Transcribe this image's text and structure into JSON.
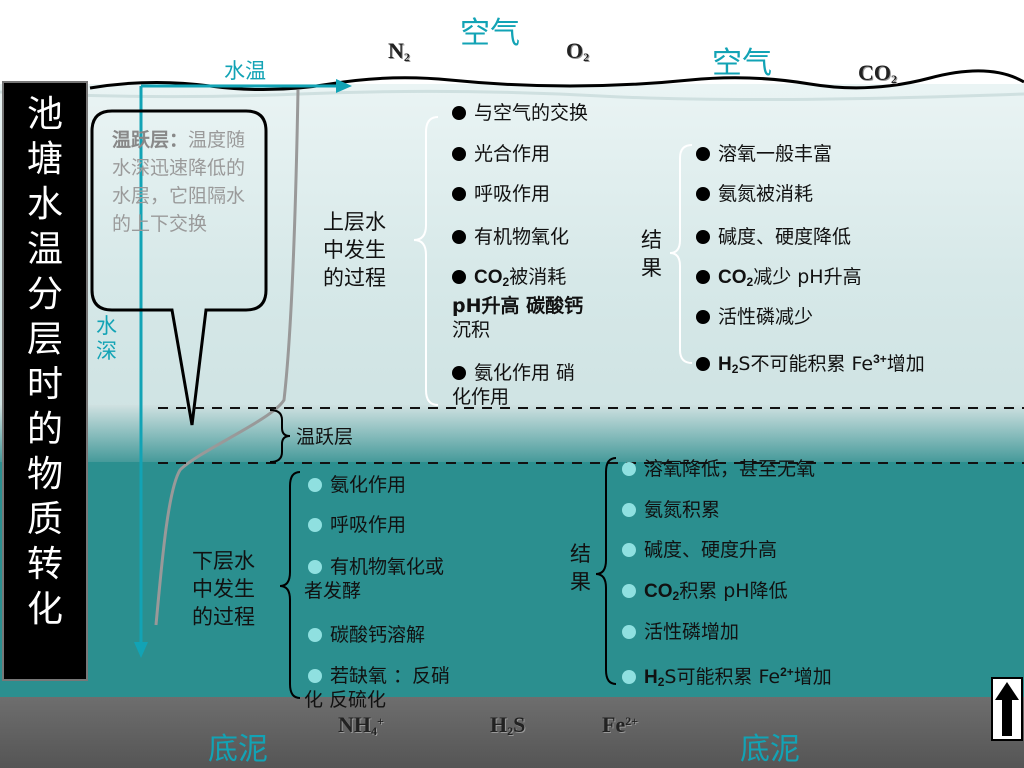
{
  "side_title": [
    "池",
    "塘",
    "水",
    "温",
    "分",
    "层",
    "时",
    "的",
    "物",
    "质",
    "转",
    "化"
  ],
  "air_labels": [
    "空气",
    "空气"
  ],
  "gases_top": {
    "n2": "N",
    "n2_sub": "2",
    "o2": "O",
    "o2_sub": "2",
    "co2": "CO",
    "co2_sub": "2"
  },
  "axis": {
    "temperature": "水温",
    "depth": "水深"
  },
  "callout": {
    "title": "温跃层：",
    "body": "温度随水深迅速降低的水层，它阻隔水的上下交换"
  },
  "thermocline_label": "温跃层",
  "upper": {
    "label": [
      "上层水",
      "中发生",
      "的过程"
    ],
    "processes": [
      "与空气的交换",
      "光合作用",
      "呼吸作用",
      "有机物氧化"
    ],
    "co2_line1_pre": "CO",
    "co2_line1_sub": "2",
    "co2_line1_post": "被消耗",
    "co2_line2": "pH升高  碳酸钙",
    "co2_line3": "沉积",
    "nitrif_line1": "氨化作用  硝",
    "nitrif_line2": "化作用",
    "result_label": [
      "结",
      "果"
    ],
    "results": [
      "溶氧一般丰富",
      "氨氮被消耗",
      "碱度、硬度降低"
    ],
    "r_co2_pre": "CO",
    "r_co2_sub": "2",
    "r_co2_post": "减少  pH升高",
    "r_p": "活性磷减少",
    "r_h2s_pre": "H",
    "r_h2s_sub": "2",
    "r_h2s_mid": "S不可能积累  Fe",
    "r_h2s_sup": "3+",
    "r_h2s_post": "增加"
  },
  "lower": {
    "label": [
      "下层水",
      "中发生",
      "的过程"
    ],
    "processes": [
      "氨化作用",
      "呼吸作用"
    ],
    "ferment_line1": "有机物氧化或",
    "ferment_line2": "者发酵",
    "carbonate": "碳酸钙溶解",
    "denitr_line1": "若缺氧 ：反硝",
    "denitr_line2": "化  反硫化",
    "result_label": [
      "结",
      "果"
    ],
    "results": [
      "溶氧降低，甚至无氧",
      "氨氮积累",
      "碱度、硬度升高"
    ],
    "r_co2_pre": "CO",
    "r_co2_sub": "2",
    "r_co2_post": "积累  pH降低",
    "r_p": "活性磷增加",
    "r_h2s_pre": "H",
    "r_h2s_sub": "2",
    "r_h2s_mid": "S可能积累  Fe",
    "r_h2s_sup": "2+",
    "r_h2s_post": "增加"
  },
  "sediment": {
    "labels": [
      "底泥",
      "底泥"
    ],
    "nh4": "NH",
    "nh4_sub": "4",
    "nh4_sup": "+",
    "h2s": "H",
    "h2s_sub": "2",
    "h2s_post": "S",
    "fe": "Fe",
    "fe_sup": "2+"
  },
  "colors": {
    "accent": "#12a3b5",
    "lower_water": "#2b8f8f",
    "mud": "#5e5e5e"
  }
}
